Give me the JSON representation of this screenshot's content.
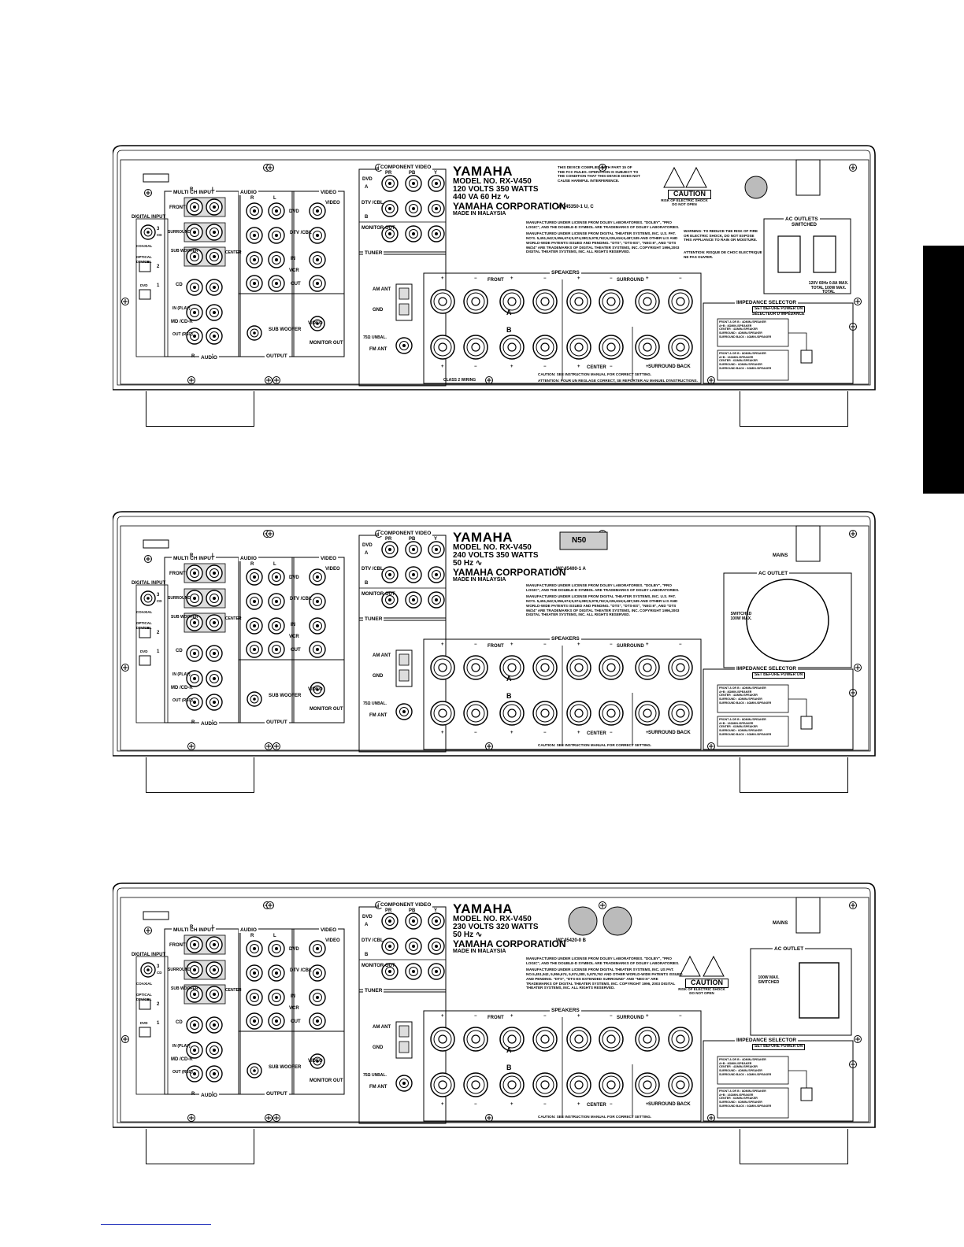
{
  "panels": [
    {
      "model_line": "MODEL NO.  RX-V450",
      "spec1": "120 VOLTS        350 WATTS",
      "spec2": "440 VA              60 Hz ∿",
      "fcc": "THIS DEVICE COMPLIES WITH PART 15 OF THE FCC RULES. OPERATION IS SUBJECT TO THE CONDITION THAT THIS DEVICE DOES NOT CAUSE HARMFUL INTERFERENCE.",
      "code": "WC45350-1 U, C",
      "caution_title": "CAUTION",
      "caution_text": "RISK OF ELECTRIC SHOCK DO NOT OPEN",
      "license1": "MANUFACTURED UNDER LICENSE FROM DOLBY LABORATORIES. \"DOLBY\", \"PRO LOGIC\", AND THE DOUBLE-D SYMBOL ARE TRADEMARKS OF DOLBY LABORATORIES.",
      "license2": "MANUFACTURED UNDER LICENSE FROM DIGITAL THEATER SYSTEMS, INC. U.S. PAT. NO'S. 5,451,942;5,956,674;5,974,380;5,978,762;6,226,616;6,487,535 AND OTHER U.S AND WORLD-WIDE PATENTS ISSUED AND PENDING. \"DTS\", \"DTS-ES\", \"NEO:6\", AND \"DTS 96/24\" ARE TRADEMARKS OF DIGITAL THEATER SYSTEMS, INC. COPYRIGHT 1996,2003 DIGITAL THEATER SYSTEMS, INC. ALL RIGHTS RESERVED.",
      "warning": "WARNING: TO REDUCE THE RISK OF FIRE OR ELECTRIC SHOCK, DO NOT EXPOSE THIS APPLIANCE TO RAIN OR MOISTURE.",
      "attention": "ATTENTION: RISQUE DE CHOC ELECTRIQUE NE PAS OUVRIR.",
      "ac_title": "AC OUTLETS",
      "ac_sub": "SWITCHED",
      "ac_rating": "120V 60Hz  0.8A MAX. TOTAL  100W MAX. TOTAL",
      "impedance_sub": "SET BEFORE POWER ON",
      "impedance_sub2": "SÉLECTEUR D'IMPÉDANCE",
      "bottom_caution": "CAUTION: SEE INSTRUCTION MANUAL FOR CORRECT SETTING.",
      "bottom_attention": "ATTENTION: POUR UN REGLAGE CORRECT, SE REPORTER AU MANUEL D'INSTRUCTIONS.",
      "class2": "CLASS 2 WIRING",
      "fm_label": "FM ANT",
      "unbal_label": "75Ω UNBAL."
    },
    {
      "model_line": "MODEL NO.  RX-V450",
      "spec1": "240 VOLTS   350 WATTS",
      "spec2": "50 Hz ∿",
      "badge": "N50",
      "code": "WC45400-1 A",
      "mains": "MAINS",
      "license1": "MANUFACTURED UNDER LICENSE FROM DOLBY LABORATORIES. \"DOLBY\", \"PRO LOGIC\", AND THE DOUBLE-D SYMBOL ARE TRADEMARKS OF DOLBY LABORATORIES.",
      "license2": "MANUFACTURED UNDER LICENSE FROM DIGITAL THEATER SYSTEMS, INC. U.S. PAT. NO'S. 5,451,942;5,956,674;5,974,380;5,978,762;6,226,616;6,487,535 AND OTHER U.S AND WORLD-WIDE PATENTS ISSUED AND PENDING. \"DTS\", \"DTS-ES\", \"NEO:6\", AND \"DTS 96/24\" ARE TRADEMARKS OF DIGITAL THEATER SYSTEMS, INC. COPYRIGHT 1996,2003 DIGITAL THEATER SYSTEMS, INC. ALL RIGHTS RESERVED.",
      "ac_title": "AC OUTLET",
      "ac_rating": "SWITCHED 100W MAX.",
      "impedance_sub": "SET BEFORE POWER ON",
      "bottom_caution": "CAUTION: SEE INSTRUCTION MANUAL FOR CORRECT SETTING.",
      "fm_label": "FM ANT",
      "unbal_label": "75Ω UNBAL."
    },
    {
      "model_line": "MODEL NO.  RX-V450",
      "spec1": "230 VOLTS   320 WATTS",
      "spec2": "50 Hz ∿",
      "code": "WC45420-0 B",
      "mains": "MAINS",
      "caution_title": "CAUTION",
      "caution_text": "RISK OF ELECTRIC SHOCK DO NOT OPEN",
      "license1": "MANUFACTURED UNDER LICENSE FROM DOLBY LABORATORIES. \"DOLBY\", \"PRO LOGIC\", AND THE DOUBLE-D SYMBOL ARE TRADEMARKS OF DOLBY LABORATORIES.",
      "license2": "MANUFACTURED UNDER LICENSE FROM DIGITAL THEATER SYSTEMS, INC. US PAT. NO.5,451,942, 5,956,674, 5,974,380, 5,978,762 AND OTHER WORLD-WIDE PATENTS ISSUED AND PENDING. \"DTS\", \"DTS-ES EXTENDED SURROUND\" AND \"NEO:6\" ARE TRADEMARKS OF DIGITAL THEATER SYSTEMS, INC. COPYRIGHT 1996, 2003 DIGITAL THEATER SYSTEMS, INC. ALL RIGHTS RESERVED.",
      "ac_title": "AC OUTLET",
      "ac_rating": "100W MAX. SWITCHED",
      "impedance_sub": "SET BEFORE POWER ON",
      "bottom_caution": "CAUTION: SEE INSTRUCTION MANUAL FOR CORRECT SETTING.",
      "fm_label": "FM ANT",
      "unbal_label": "75Ω UNBAL."
    }
  ],
  "common": {
    "logo": "YAMAHA",
    "corporation": "YAMAHA CORPORATION",
    "made_in": "MADE IN MALAYSIA",
    "component_video": "COMPONENT VIDEO",
    "pr": "PR",
    "pb": "PB",
    "y": "Y",
    "dvd": "DVD",
    "dtv_cbl": "DTV /CBL",
    "monitor_out": "MONITOR OUT",
    "a": "A",
    "b": "B",
    "multi_ch_input": "MULTI CH INPUT",
    "audio": "AUDIO",
    "video": "VIDEO",
    "front": "FRONT",
    "surround": "SURROUND",
    "sub_woofer": "SUB WOOFER",
    "center": "CENTER",
    "r": "R",
    "l": "L",
    "digital_input": "DIGITAL INPUT",
    "coaxial": "COAXIAL",
    "optical": "OPTICAL",
    "dtv_cbl_small": "DTV/CBL",
    "cd": "CD",
    "num3": "3",
    "num2": "2",
    "num1": "1",
    "cd_in": "CD",
    "md_in": "IN (PLAY)",
    "md": "MD /CD-R",
    "md_out": "OUT (REC)",
    "dvd_v": "DVD",
    "dtv_v": "DTV /CBL",
    "in_v": "IN",
    "vcr": "VCR",
    "out_v": "OUT",
    "sub_woofer_out": "SUB WOOFER",
    "output": "OUTPUT",
    "monitor_out_v": "MONITOR OUT",
    "tuner": "TUNER",
    "am_ant": "AM ANT",
    "gnd": "GND",
    "speakers": "SPEAKERS",
    "front_sp": "FRONT",
    "surround_sp": "SURROUND",
    "center_sp": "CENTER",
    "surround_back": "SURROUND BACK",
    "impedance_selector": "IMPEDANCE SELECTOR",
    "imp_lines_1": [
      "FRONT A OR B  : 4ΩMIN./SPEAKER",
      "A+B  : 8ΩMIN./SPEAKER",
      "CENTER  : 4ΩMIN./SPEAKER",
      "SURROUND  : 4ΩMIN./SPEAKER",
      "SURROUND BACK : 4ΩMIN./SPEAKER"
    ],
    "imp_lines_2": [
      "FRONT A OR B  : 8ΩMIN./SPEAKER",
      "A+B  : 16ΩMIN./SPEAKER",
      "CENTER  : 6ΩMIN./SPEAKER",
      "SURROUND  : 6ΩMIN./SPEAKER",
      "SURROUND BACK : 6ΩMIN./SPEAKER"
    ],
    "plus": "+",
    "minus": "−"
  }
}
